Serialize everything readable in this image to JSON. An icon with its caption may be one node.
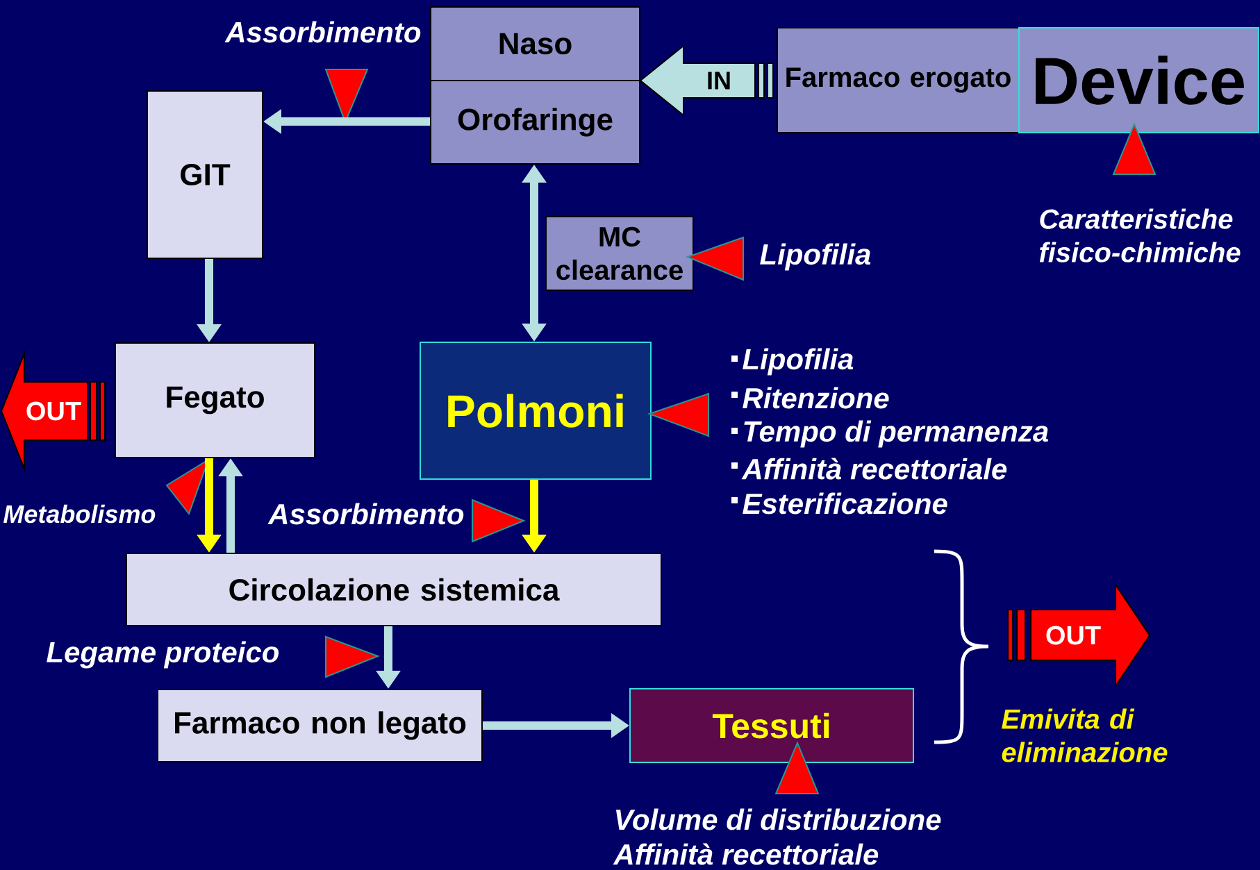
{
  "diagram": {
    "nodes": [
      {
        "text": [
          "Naso",
          "Orofaringe"
        ]
      },
      {
        "text": [
          "Farmaco erogato"
        ]
      },
      {
        "text": [
          "Device"
        ]
      },
      {
        "text": [
          "GIT"
        ]
      },
      {
        "text": [
          "MC clearance"
        ]
      },
      {
        "text": [
          "Fegato"
        ]
      },
      {
        "text": [
          "Polmoni"
        ]
      },
      {
        "text": [
          "Circolazione sistemica"
        ]
      },
      {
        "text": [
          "Farmaco non legato"
        ]
      },
      {
        "text": [
          "Tessuti"
        ]
      },
      {
        "text": [
          "OUT"
        ],
        "beside": [
          "Emivita di eliminazione"
        ]
      },
      {
        "text": [],
        "shape": "triangle"
      },
      {
        "text": [],
        "shape": "triangle"
      },
      {
        "text": [],
        "shape": "triangle"
      },
      {
        "text": [],
        "shape": "triangle"
      },
      {
        "text": [],
        "shape": "triangle"
      },
      {
        "text": [],
        "shape": "triangle"
      },
      {
        "text": [],
        "shape": "triangle"
      },
      {
        "text": [],
        "shape": "triangle"
      }
    ],
    "edges": [
      {
        "from": 0,
        "to": 3,
        "arrow": "to"
      },
      {
        "from": 3,
        "to": 5,
        "arrow": "to"
      },
      {
        "from": 0,
        "to": 6,
        "arrow": "both"
      },
      {
        "from": 1,
        "to": 0,
        "arrow": "to",
        "label": "IN"
      },
      {
        "from": 5,
        "to": 7,
        "arrow": "to",
        "color": "#ffff00"
      },
      {
        "from": 7,
        "to": 5,
        "arrow": "to"
      },
      {
        "from": 6,
        "to": 7,
        "arrow": "to",
        "color": "#ffff00"
      },
      {
        "from": 7,
        "to": 8,
        "arrow": "to"
      },
      {
        "from": 8,
        "to": 9,
        "arrow": "to"
      },
      {
        "from": 5,
        "to": null,
        "arrow": "to",
        "label": "OUT",
        "color": "#ff0000"
      }
    ],
    "labels": [
      "Assorbimento",
      "Lipofilia",
      "Caratteristiche fisico-chimiche",
      "Lipofilia",
      "Ritenzione",
      "Tempo di permanenza",
      "Affinità recettoriale",
      "Esterificazione",
      "Metabolismo",
      "Assorbimento",
      "Legame proteico",
      "Volume di distribuzione",
      "Affinità recettoriale"
    ]
  }
}
